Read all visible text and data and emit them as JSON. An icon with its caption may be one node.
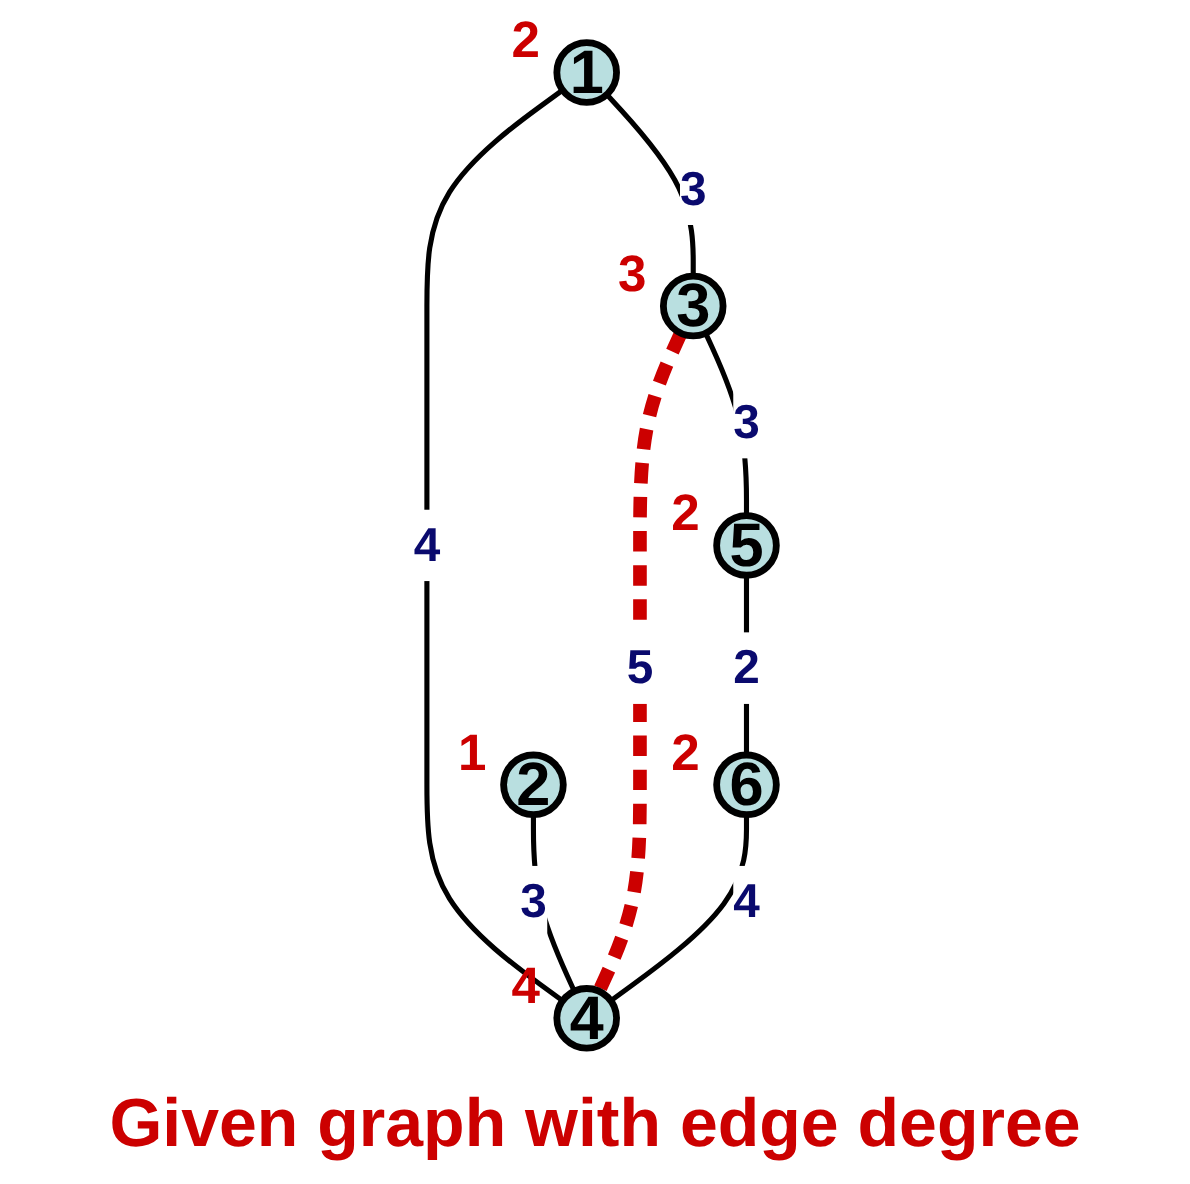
{
  "diagram": {
    "caption": "Given graph with edge degree",
    "nodes": [
      {
        "text": [
          "1"
        ],
        "beside": [
          "2"
        ]
      },
      {
        "text": [
          "2"
        ],
        "beside": [
          "1"
        ]
      },
      {
        "text": [
          "3"
        ],
        "beside": [
          "3"
        ]
      },
      {
        "text": [
          "4"
        ],
        "beside": [
          "4"
        ]
      },
      {
        "text": [
          "5"
        ],
        "beside": [
          "2"
        ]
      },
      {
        "text": [
          "6"
        ],
        "beside": [
          "2"
        ]
      }
    ],
    "edges": [
      {
        "from": 0,
        "to": 2,
        "arrow": "none",
        "label": "3"
      },
      {
        "from": 0,
        "to": 3,
        "arrow": "none",
        "label": "4"
      },
      {
        "from": 1,
        "to": 3,
        "arrow": "none",
        "label": "3"
      },
      {
        "from": 2,
        "to": 3,
        "arrow": "none",
        "label": "5",
        "style": "dashed",
        "color": "#cc0000"
      },
      {
        "from": 2,
        "to": 4,
        "arrow": "none",
        "label": "3"
      },
      {
        "from": 4,
        "to": 5,
        "arrow": "none",
        "label": "2"
      },
      {
        "from": 5,
        "to": 3,
        "arrow": "none",
        "label": "4"
      }
    ]
  }
}
